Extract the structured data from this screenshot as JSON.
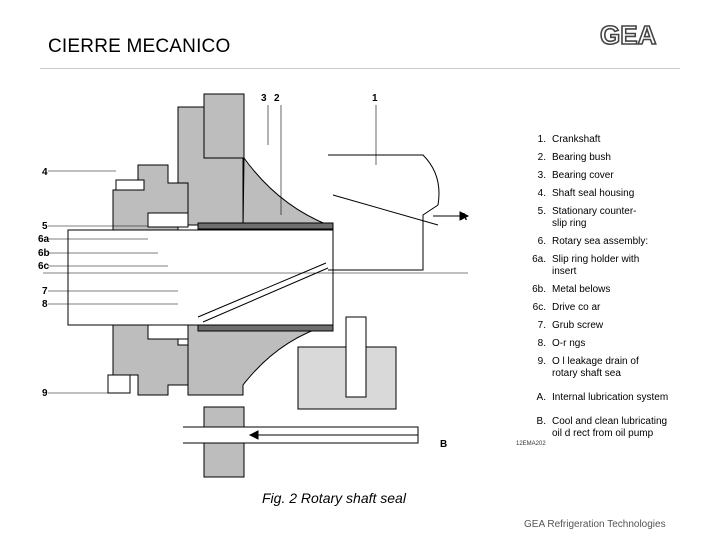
{
  "slide": {
    "title": "CIERRE MECANICO",
    "footer": "GEA Refrigeration Technologies",
    "logo_text": "GEA"
  },
  "figure": {
    "caption": "Fig. 2  Rotary shaft seal",
    "code": "12EMA202",
    "callouts": {
      "c3": "3",
      "c2": "2",
      "c1": "1",
      "c4": "4",
      "c5": "5",
      "c6a": "6a",
      "c6b": "6b",
      "c6c": "6c",
      "c7": "7",
      "c8": "8",
      "c9": "9",
      "cA": "A",
      "cB": "B"
    },
    "legend": [
      {
        "key": "1.",
        "text": "Crankshaft"
      },
      {
        "key": "2.",
        "text": "Bearing bush"
      },
      {
        "key": "3.",
        "text": "Bearing cover"
      },
      {
        "key": "4.",
        "text": "Shaft seal housing"
      },
      {
        "key": "5.",
        "text": "Stationary counter-"
      },
      {
        "key": "",
        "text": "slip ring"
      },
      {
        "key": "6.",
        "text": "Rotary sea  assembly:"
      },
      {
        "key": "6a.",
        "text": "Slip ring holder with"
      },
      {
        "key": "",
        "text": "insert"
      },
      {
        "key": "6b.",
        "text": "Metal belows"
      },
      {
        "key": "6c.",
        "text": "Drive co ar"
      },
      {
        "key": "7.",
        "text": "Grub screw"
      },
      {
        "key": "8.",
        "text": "O-r ngs"
      },
      {
        "key": "9.",
        "text": "O l leakage drain of"
      },
      {
        "key": "",
        "text": "rotary shaft sea"
      },
      {
        "key": "A.",
        "text": "Internal lubrication system"
      },
      {
        "key": "B.",
        "text": "Cool and clean lubricating"
      },
      {
        "key": "",
        "text": "oil d rect from oil pump"
      }
    ]
  }
}
